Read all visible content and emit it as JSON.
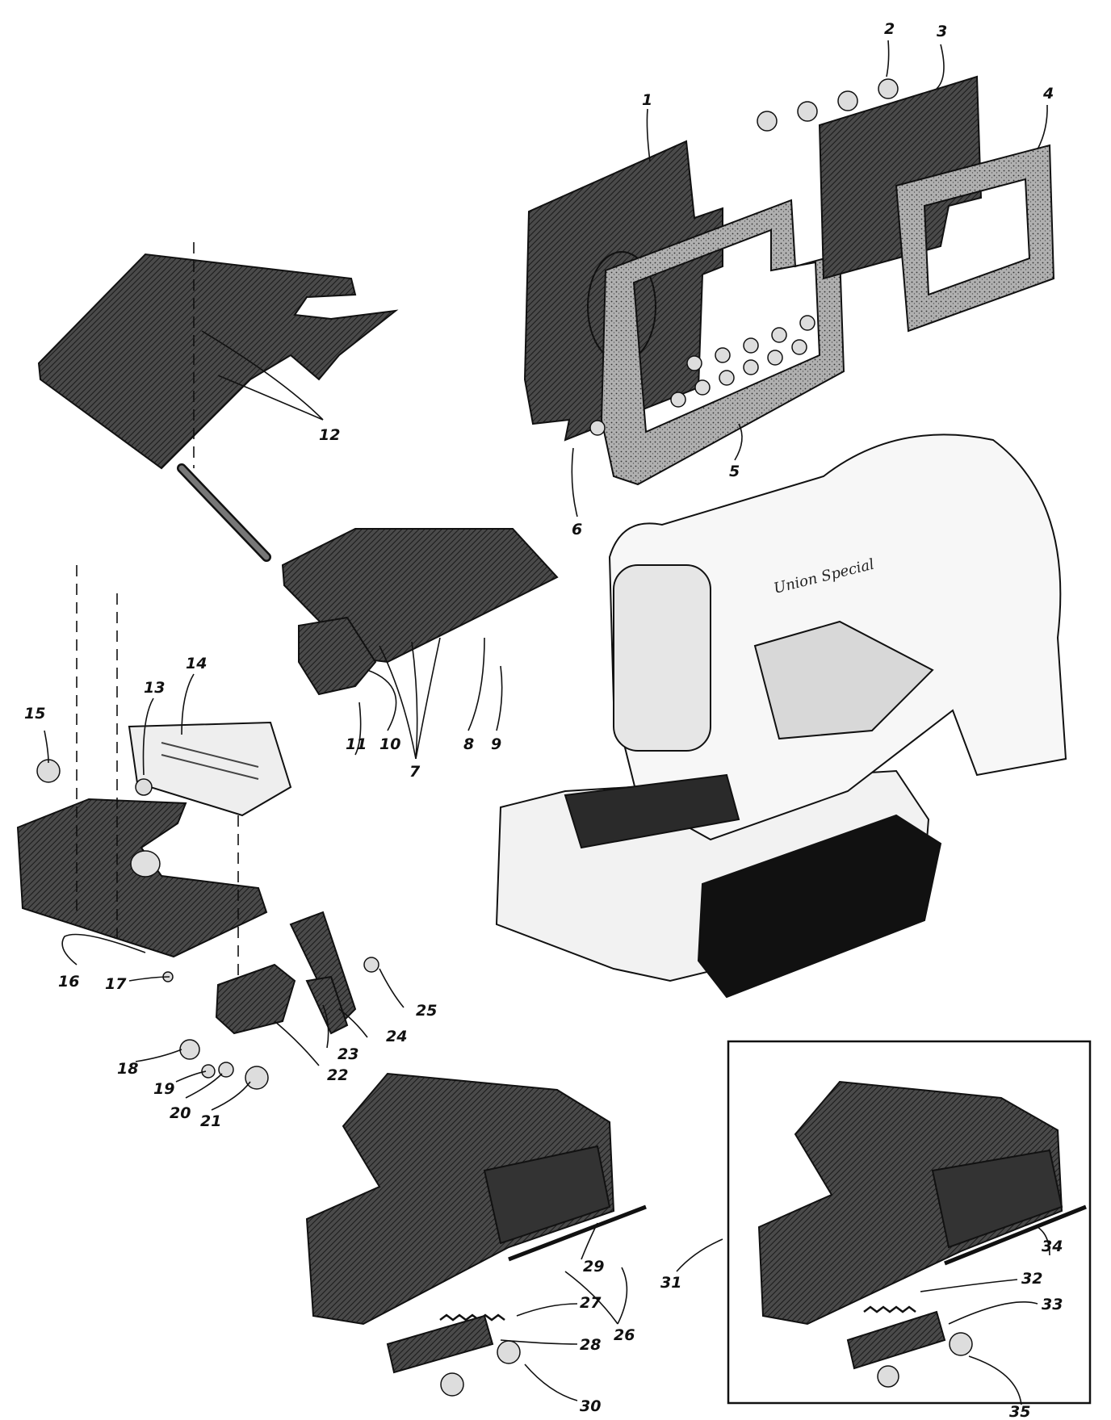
{
  "diagram": {
    "callouts": [
      "1",
      "2",
      "3",
      "4",
      "5",
      "6",
      "7",
      "8",
      "9",
      "10",
      "11",
      "12",
      "13",
      "14",
      "15",
      "16",
      "17",
      "18",
      "19",
      "20",
      "21",
      "22",
      "23",
      "24",
      "25",
      "26",
      "27",
      "28",
      "29",
      "30",
      "31",
      "32",
      "33",
      "34",
      "35"
    ],
    "machine_logo_text": "Union Special"
  },
  "colors": {
    "ink": "#111111",
    "part_fill": "#3a3a3a",
    "gasket_fill": "#9a9a9a",
    "light_part": "#e8e8e8",
    "paper": "#ffffff"
  }
}
